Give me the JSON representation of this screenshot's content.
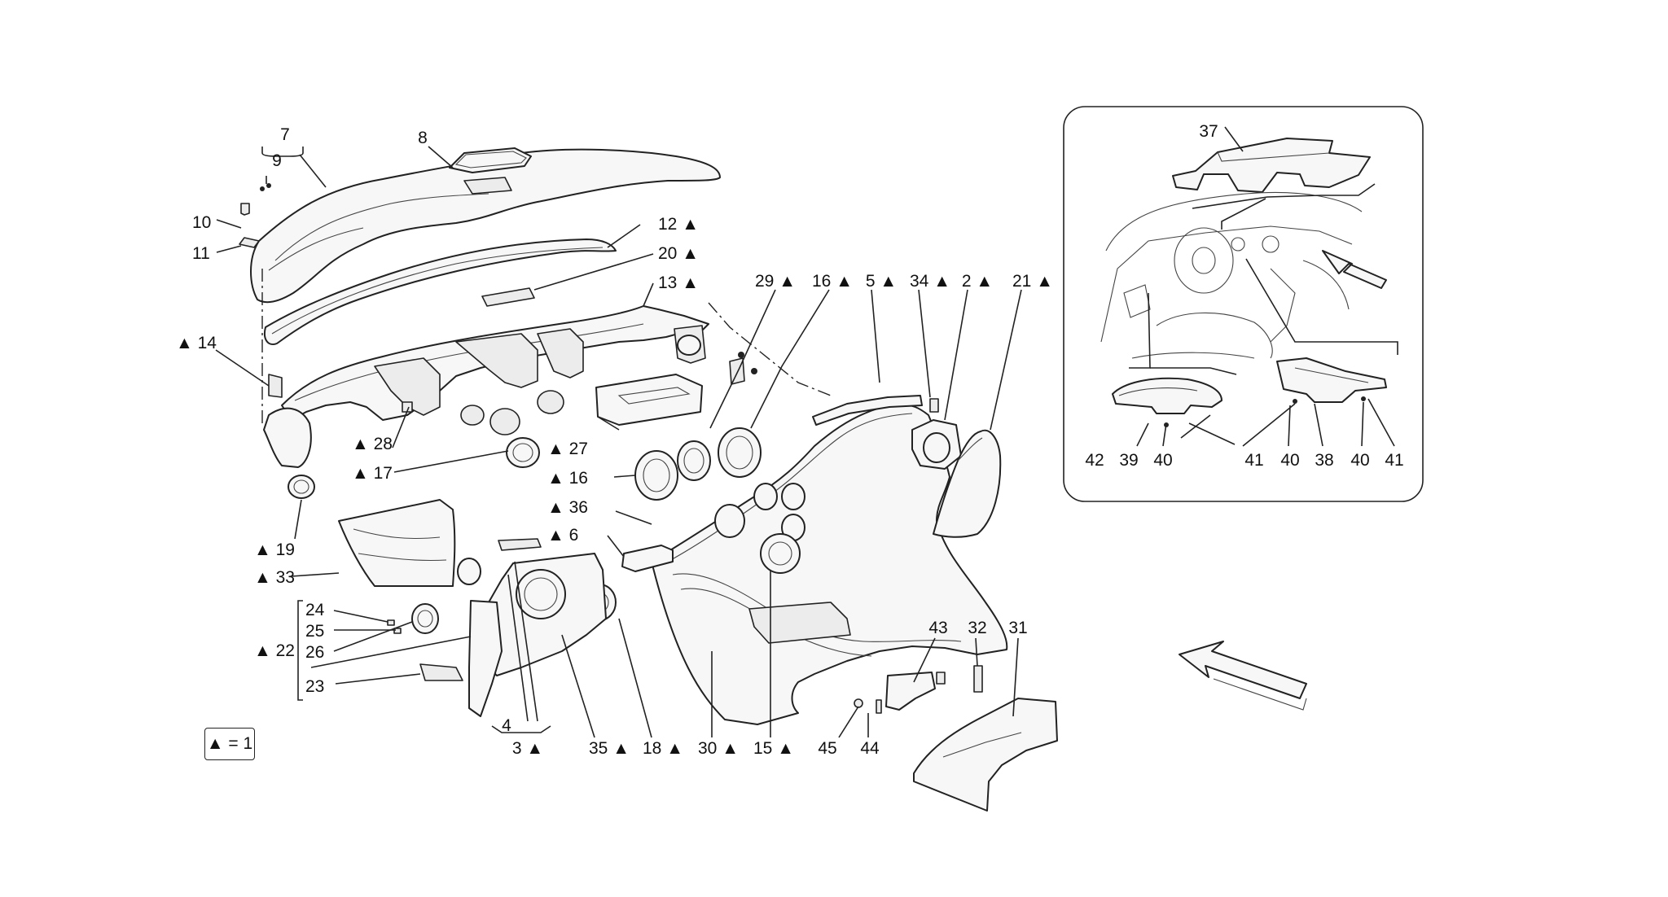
{
  "labels": {
    "n7": "7",
    "n9": "9",
    "n8": "8",
    "n10": "10",
    "n11": "11",
    "n12": "12 ▲",
    "n20": "20 ▲",
    "n13": "13 ▲",
    "n14": "▲ 14",
    "n29": "29 ▲",
    "n16a": "16 ▲",
    "n5": "5 ▲",
    "n34": "34 ▲",
    "n2": "2 ▲",
    "n21": "21 ▲",
    "n28": "▲ 28",
    "n17": "▲ 17",
    "n27": "▲ 27",
    "n16b": "▲ 16",
    "n36": "▲ 36",
    "n6": "▲ 6",
    "n19": "▲ 19",
    "n33": "▲ 33",
    "n24": "24",
    "n25": "25",
    "n26": "26",
    "n22": "▲ 22",
    "n23": "23",
    "n4": "4",
    "n3": "3 ▲",
    "n35": "35 ▲",
    "n18": "18 ▲",
    "n30": "30 ▲",
    "n15": "15 ▲",
    "n45": "45",
    "n44": "44",
    "n43": "43",
    "n32": "32",
    "n31": "31",
    "i37": "37",
    "i42": "42",
    "i39": "39",
    "i40a": "40",
    "i41a": "41",
    "i40b": "40",
    "i38": "38",
    "i40c": "40",
    "i41b": "41"
  },
  "legend": "▲ = 1"
}
